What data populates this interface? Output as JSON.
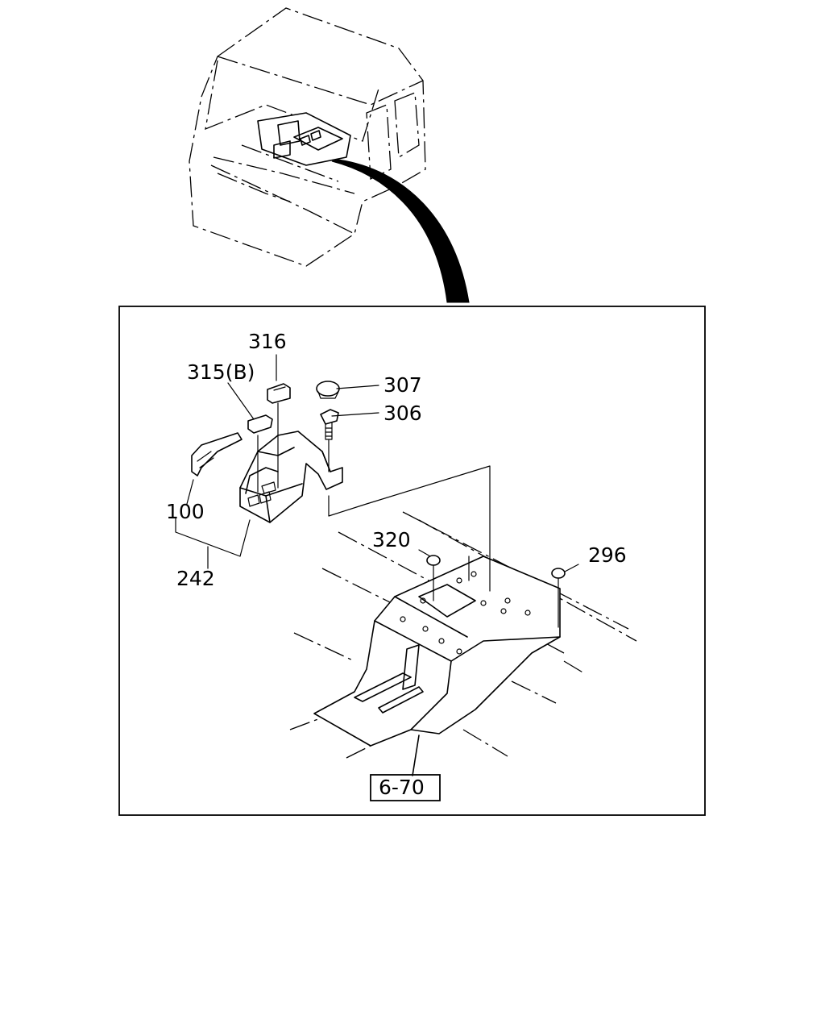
{
  "labels": {
    "p316": "316",
    "p315": "315(B)",
    "p307": "307",
    "p306": "306",
    "p100": "100",
    "p242": "242",
    "p320": "320",
    "p296": "296",
    "ref": "6-70"
  }
}
